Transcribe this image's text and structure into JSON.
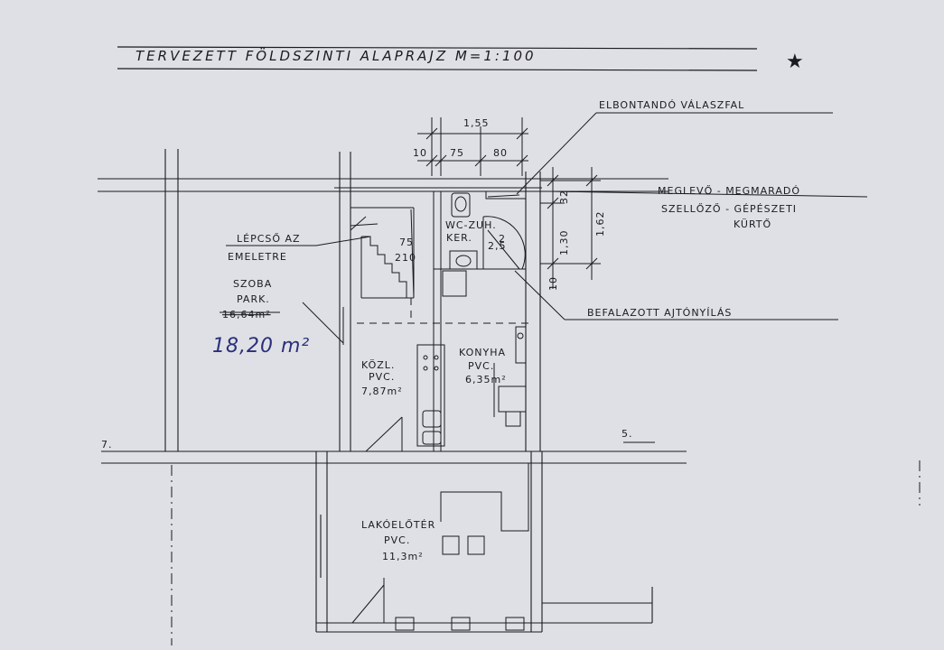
{
  "title": "TERVEZETT FÖLDSZINTI ALAPRAJZ M=1:100",
  "star_mark": "★",
  "labels": {
    "demolish_wall": "ELBONTANDÓ VÁLASZFAL",
    "existing_line1": "MEGLEVŐ - MEGMARADÓ",
    "existing_line2": "SZELLŐZŐ - GÉPÉSZETI",
    "existing_line3": "KÜRTŐ",
    "walled_door": "BEFALAZOTT AJTÓNYÍLÁS",
    "stair_line1": "LÉPCSŐ AZ",
    "stair_line2": "EMELETRE",
    "axis_7": "7.",
    "axis_5": "5."
  },
  "dimensions": {
    "total_width": "1,55",
    "d10": "10",
    "d75": "75",
    "d80": "80",
    "v32": "32",
    "v130": "1,30",
    "v162": "1,62",
    "v10": "10",
    "stair_w": "75",
    "stair_h": "210",
    "wc_small1": "2,5",
    "wc_small2": "2"
  },
  "rooms": {
    "szoba": {
      "name": "SZOBA",
      "floor": "PARK.",
      "area_old": "16,64m²",
      "area_new": "18,20 m²"
    },
    "wc": {
      "name": "WC-ZUH.",
      "floor": "KER."
    },
    "kozl": {
      "name": "KÖZL.",
      "floor": "PVC.",
      "area": "7,87m²"
    },
    "konyha": {
      "name": "KONYHA",
      "floor": "PVC.",
      "area": "6,35m²"
    },
    "lakoeloter": {
      "name": "LAKÓELŐTÉR",
      "floor": "PVC.",
      "area": "11,3m²"
    }
  }
}
